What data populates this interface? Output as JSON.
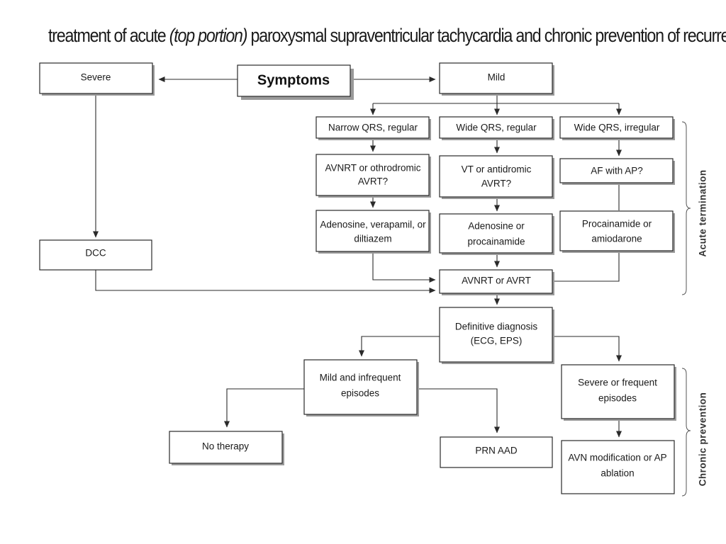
{
  "title": {
    "before": "treatment of acute ",
    "italic": "(top portion)",
    "after": " paroxysmal supraventricular tachycardia and chronic prevention of recurrences"
  },
  "nodes": {
    "symptoms": "Symptoms",
    "severe": "Severe",
    "mild": "Mild",
    "narrow_qrs": "Narrow QRS, regular",
    "wide_qrs_regular": "Wide QRS, regular",
    "wide_qrs_irregular": "Wide QRS, irregular",
    "avnrt_orthodromic": [
      "AVNRT or othrodromic",
      "AVRT?"
    ],
    "vt_antidromic": [
      "VT or antidromic",
      "AVRT?"
    ],
    "af_with_ap": "AF with AP?",
    "adenosine_verapamil": [
      "Adenosine, verapamil, or",
      "diltiazem"
    ],
    "adenosine_procainamide": [
      "Adenosine or",
      "procainamide"
    ],
    "procainamide_amiodarone": [
      "Procainamide or",
      "amiodarone"
    ],
    "dcc": "DCC",
    "avnrt_or_avrt": "AVNRT or AVRT",
    "definitive_diagnosis": [
      "Definitive diagnosis",
      "(ECG, EPS)"
    ],
    "mild_infrequent": [
      "Mild and infrequent",
      "episodes"
    ],
    "severe_frequent": [
      "Severe or frequent",
      "episodes"
    ],
    "no_therapy": "No therapy",
    "prn_aad": "PRN AAD",
    "avn_modification": [
      "AVN modification or AP",
      "ablation"
    ]
  },
  "side_labels": {
    "acute": "Acute termination",
    "chronic": "Chronic prevention"
  },
  "colors": {
    "line": "#2a2a2a",
    "shadow": "#9a9a9a",
    "background": "#ffffff"
  }
}
